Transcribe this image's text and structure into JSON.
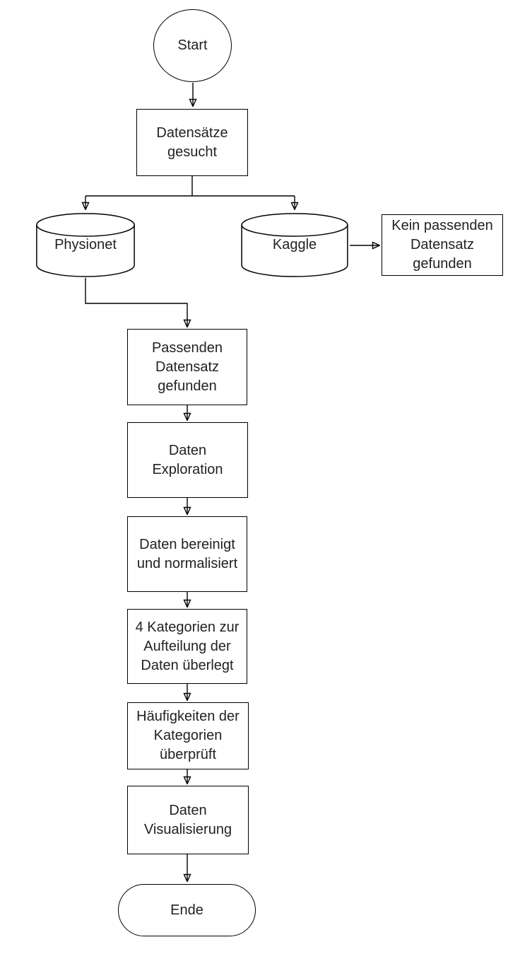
{
  "diagram": {
    "type": "flowchart",
    "language": "de",
    "colors": {
      "background": "#ffffff",
      "node_fill": "#ffffff",
      "stroke": "#000000",
      "text": "#222222"
    },
    "nodes": [
      {
        "id": "start",
        "type": "start-circle",
        "label": "Start"
      },
      {
        "id": "datensaetze_gesucht",
        "type": "process",
        "label": "Datensätze\ngesucht"
      },
      {
        "id": "physionet",
        "type": "database",
        "label": "Physionet"
      },
      {
        "id": "kaggle",
        "type": "database",
        "label": "Kaggle"
      },
      {
        "id": "kein_passenden_datensatz",
        "type": "process",
        "label": "Kein passenden\nDatensatz\ngefunden"
      },
      {
        "id": "passenden_datensatz",
        "type": "process",
        "label": "Passenden\nDatensatz\ngefunden"
      },
      {
        "id": "daten_exploration",
        "type": "process",
        "label": "Daten\nExploration"
      },
      {
        "id": "daten_bereinigt",
        "type": "process",
        "label": "Daten bereinigt\nund normalisiert"
      },
      {
        "id": "kategorien",
        "type": "process",
        "label": "4 Kategorien zur\nAufteilung der\nDaten überlegt"
      },
      {
        "id": "haeufigkeiten",
        "type": "process",
        "label": "Häufigkeiten der\nKategorien\nüberprüft"
      },
      {
        "id": "daten_visualisierung",
        "type": "process",
        "label": "Daten\nVisualisierung"
      },
      {
        "id": "ende",
        "type": "terminator",
        "label": "Ende"
      }
    ],
    "edges": [
      {
        "from": "start",
        "to": "datensaetze_gesucht"
      },
      {
        "from": "datensaetze_gesucht",
        "to": "physionet"
      },
      {
        "from": "datensaetze_gesucht",
        "to": "kaggle"
      },
      {
        "from": "kaggle",
        "to": "kein_passenden_datensatz"
      },
      {
        "from": "physionet",
        "to": "passenden_datensatz"
      },
      {
        "from": "passenden_datensatz",
        "to": "daten_exploration"
      },
      {
        "from": "daten_exploration",
        "to": "daten_bereinigt"
      },
      {
        "from": "daten_bereinigt",
        "to": "kategorien"
      },
      {
        "from": "kategorien",
        "to": "haeufigkeiten"
      },
      {
        "from": "haeufigkeiten",
        "to": "daten_visualisierung"
      },
      {
        "from": "daten_visualisierung",
        "to": "ende"
      }
    ]
  }
}
